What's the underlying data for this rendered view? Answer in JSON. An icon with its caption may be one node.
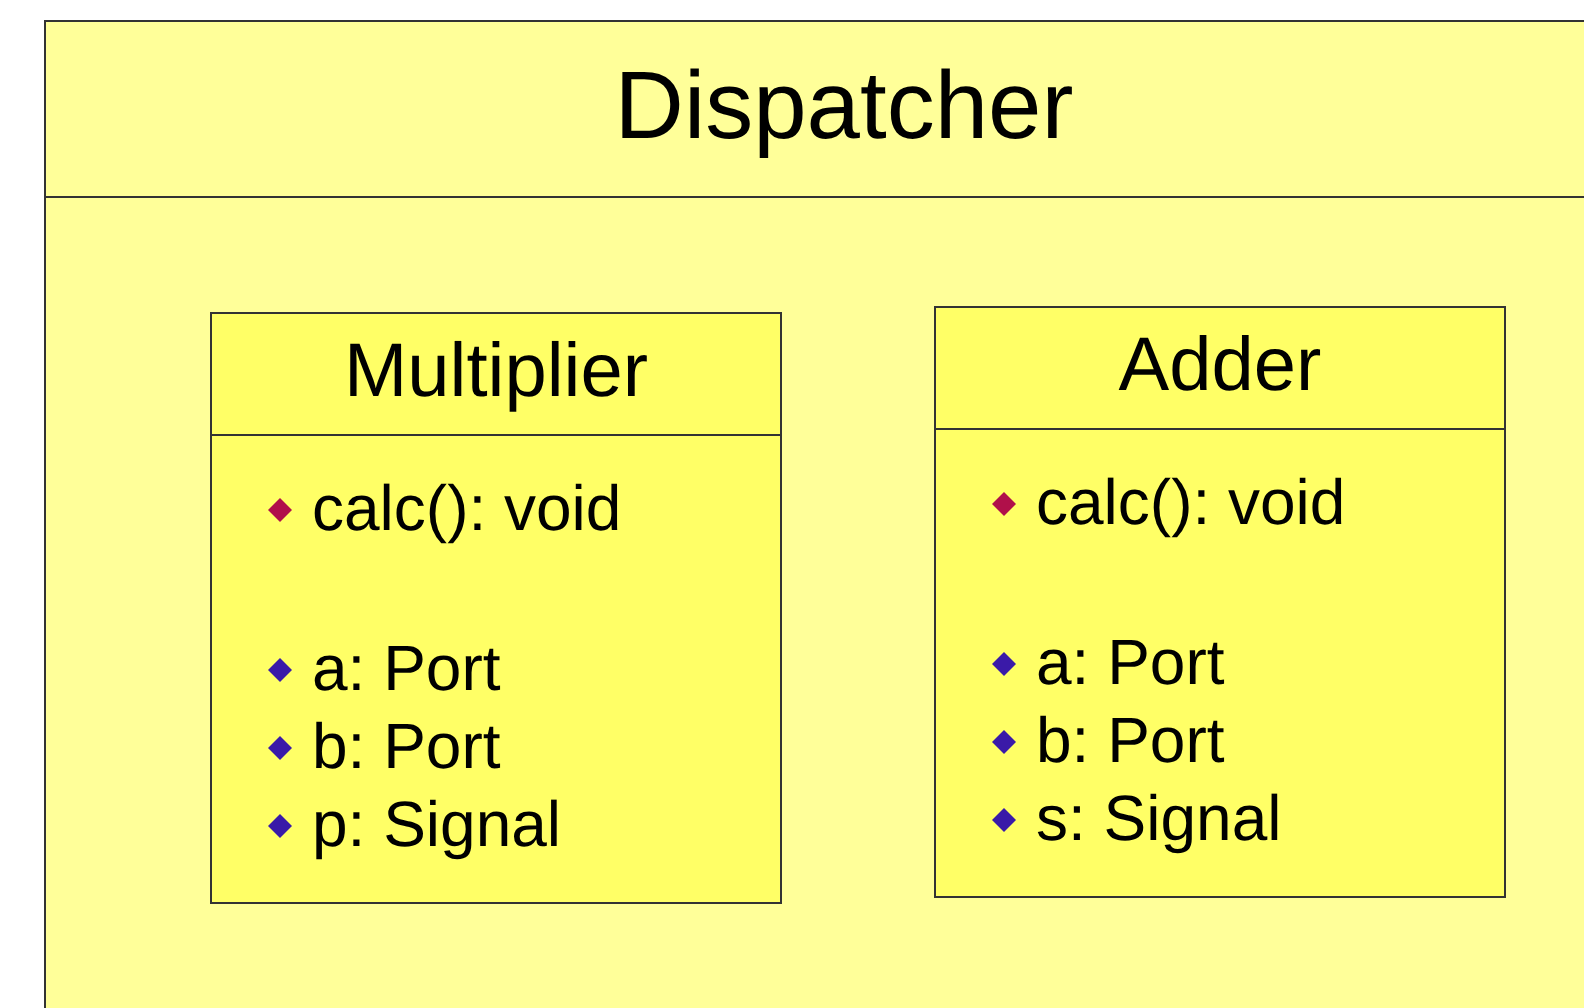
{
  "diagram": {
    "nodes": [
      {
        "text": [
          "Dispatcher"
        ]
      },
      {
        "text": [
          "Multiplier",
          "calc(): void",
          "a: Port",
          "b: Port",
          "p: Signal"
        ],
        "in": 0
      },
      {
        "text": [
          "Adder",
          "calc(): void",
          "a: Port",
          "b: Port",
          "s: Signal"
        ],
        "in": 0
      }
    ]
  }
}
